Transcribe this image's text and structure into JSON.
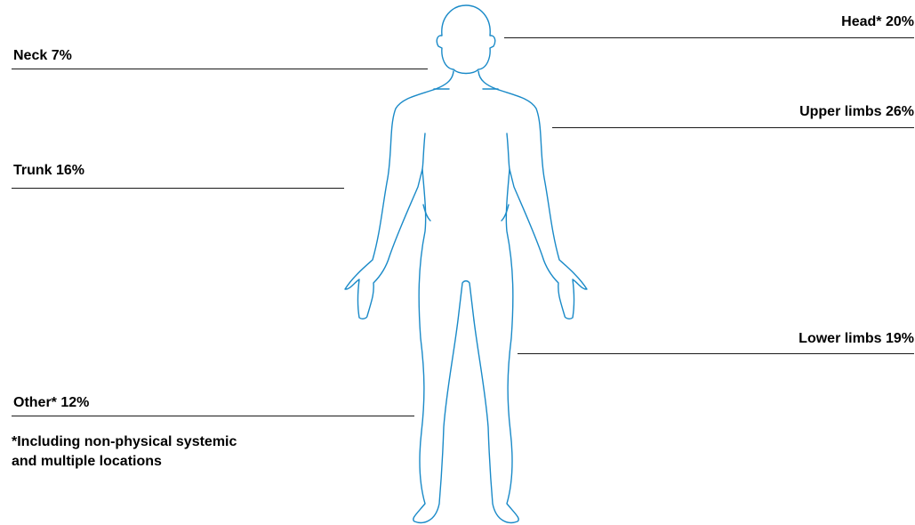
{
  "colors": {
    "text": "#1a1a1a",
    "leader_line": "#1a1a1a",
    "body_outline": "#1a8ac8"
  },
  "labels": {
    "head": "Head* 20%",
    "neck": "Neck 7%",
    "upper_limbs": "Upper limbs 26%",
    "trunk": "Trunk 16%",
    "lower_limbs": "Lower limbs 19%",
    "other": "Other* 12%"
  },
  "footnote": {
    "line1": "*Including non-physical systemic",
    "line2": "and multiple locations"
  }
}
